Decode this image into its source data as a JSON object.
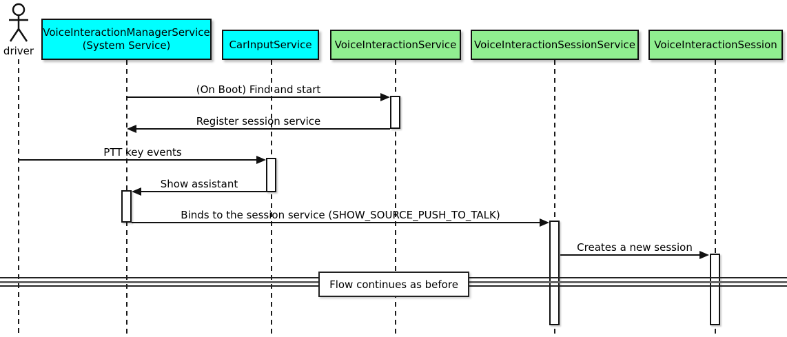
{
  "diagram_type": "uml-sequence-diagram",
  "actor": {
    "name": "driver"
  },
  "participants": [
    {
      "name": "VoiceInteractionManagerService (System Service)",
      "line1": "VoiceInteractionManagerService",
      "line2": "(System Service)",
      "fill": "#00FFFF"
    },
    {
      "name": "CarInputService",
      "line1": "CarInputService",
      "fill": "#00FFFF"
    },
    {
      "name": "VoiceInteractionService",
      "line1": "VoiceInteractionService",
      "fill": "#90EE90"
    },
    {
      "name": "VoiceInteractionSessionService",
      "line1": "VoiceInteractionSessionService",
      "fill": "#90EE90"
    },
    {
      "name": "VoiceInteractionSession",
      "line1": "VoiceInteractionSession",
      "fill": "#90EE90"
    }
  ],
  "messages": [
    {
      "label": "(On Boot) Find and start",
      "from": "VoiceInteractionManagerService (System Service)",
      "to": "VoiceInteractionService",
      "direction": "right"
    },
    {
      "label": "Register session service",
      "from": "VoiceInteractionService",
      "to": "VoiceInteractionManagerService (System Service)",
      "direction": "left"
    },
    {
      "label": "PTT key events",
      "from": "driver",
      "to": "CarInputService",
      "direction": "right"
    },
    {
      "label": "Show assistant",
      "from": "CarInputService",
      "to": "VoiceInteractionManagerService (System Service)",
      "direction": "left"
    },
    {
      "label": "Binds to the session service (SHOW_SOURCE_PUSH_TO_TALK)",
      "from": "VoiceInteractionManagerService (System Service)",
      "to": "VoiceInteractionSessionService",
      "direction": "right"
    },
    {
      "label": "Creates a new session",
      "from": "VoiceInteractionSessionService",
      "to": "VoiceInteractionSession",
      "direction": "right"
    }
  ],
  "divider": {
    "label": "Flow continues as before"
  },
  "colors": {
    "participant_cyan": "#00FFFF",
    "participant_green": "#90EE90",
    "line": "#111111",
    "background": "#FFFFFF"
  }
}
